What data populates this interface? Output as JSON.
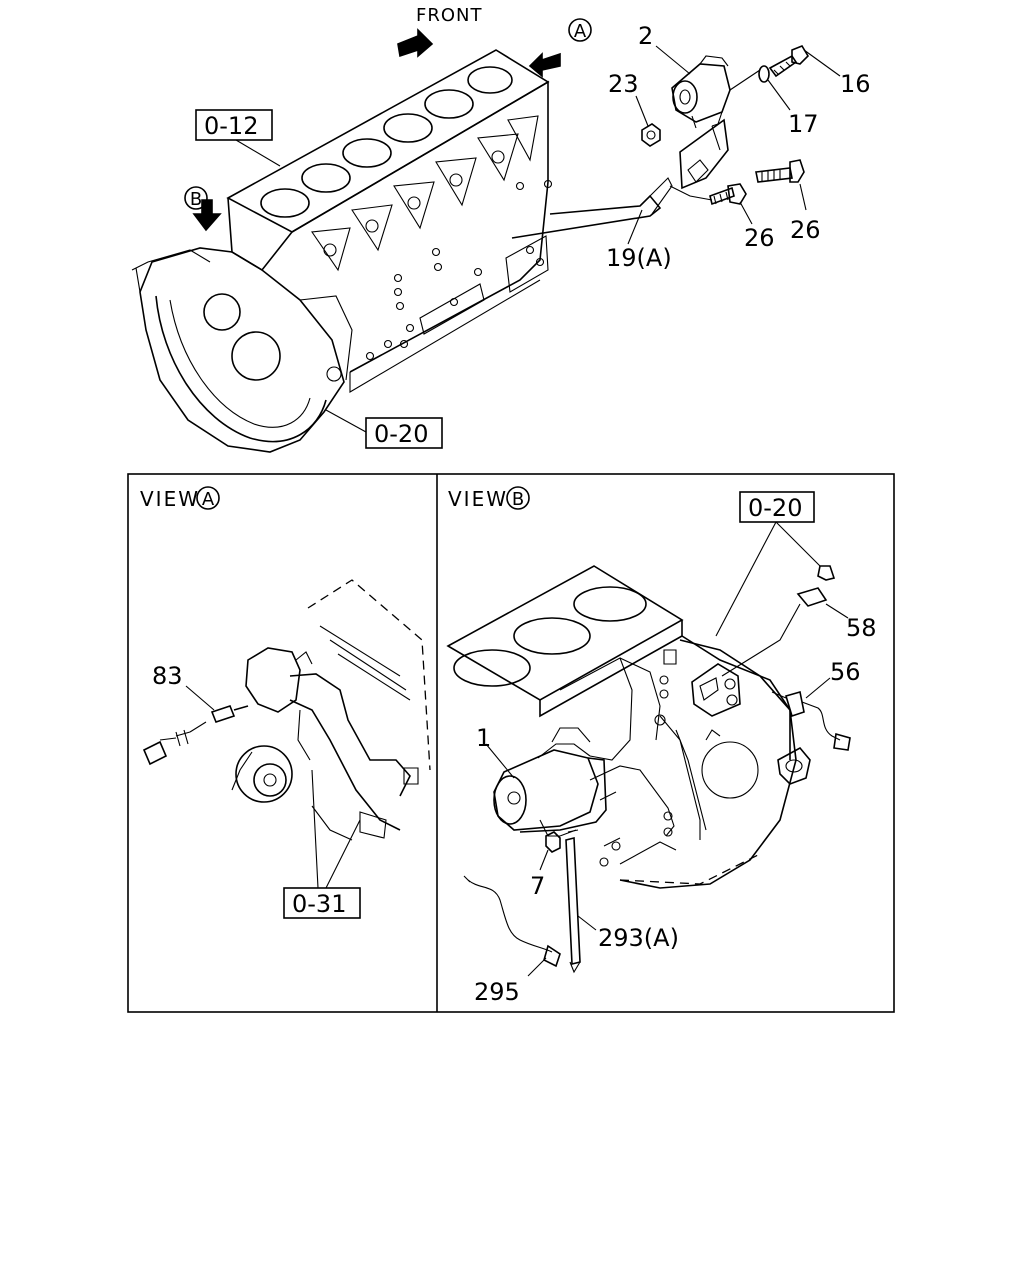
{
  "top": {
    "front_label": "FRONT",
    "view_marker_a": "A",
    "view_marker_b": "B",
    "refs": {
      "block": "0-12",
      "flywheel_housing": "0-20"
    },
    "callouts": {
      "c2": "2",
      "c23": "23",
      "c16": "16",
      "c17": "17",
      "c26a": "26",
      "c26b": "26",
      "c19": "19(A)"
    }
  },
  "view_a": {
    "title": "VIEW",
    "marker": "A",
    "ref": "0-31",
    "callouts": {
      "c83": "83"
    }
  },
  "view_b": {
    "title": "VIEW",
    "marker": "B",
    "ref": "0-20",
    "callouts": {
      "c1": "1",
      "c7": "7",
      "c58": "58",
      "c56": "56",
      "c293": "293(A)",
      "c295": "295"
    }
  }
}
